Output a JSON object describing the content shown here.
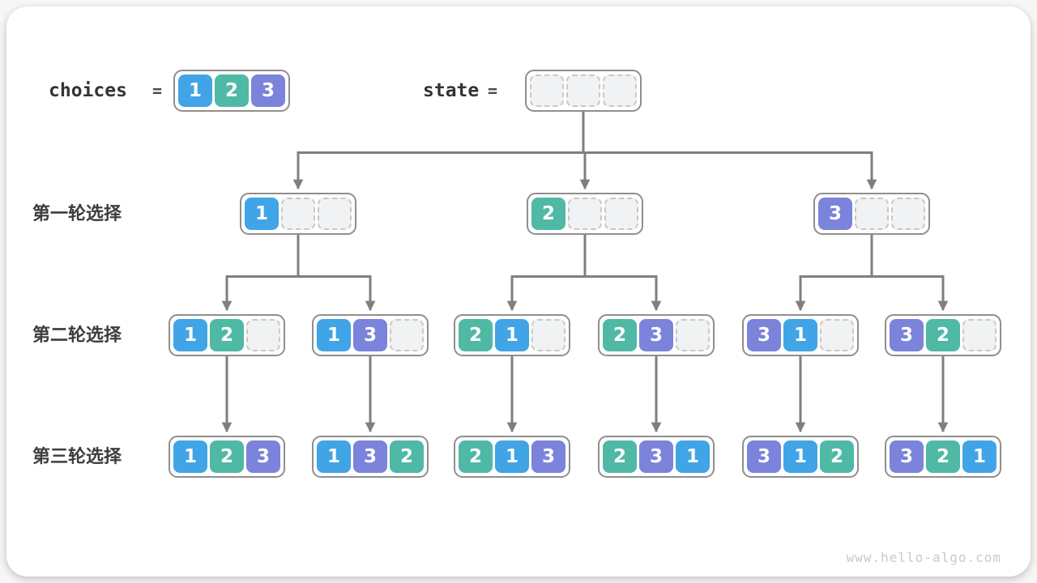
{
  "palette": {
    "1": "#41a4e6",
    "2": "#4fb9a5",
    "3": "#7b83db",
    "empty_fill": "#f1f2f3",
    "empty_border": "#c8c8c8",
    "node_border": "#8f8f8f",
    "arrow": "#7f7f7f",
    "label_color": "#3d3d3d"
  },
  "header": {
    "choices_label": "choices",
    "equals": "=",
    "choices": [
      1,
      2,
      3
    ],
    "state_label": "state",
    "state_slots": 3
  },
  "rows": [
    {
      "label": "第一轮选择",
      "nodes": [
        [
          1,
          null,
          null
        ],
        [
          2,
          null,
          null
        ],
        [
          3,
          null,
          null
        ]
      ]
    },
    {
      "label": "第二轮选择",
      "nodes": [
        [
          1,
          2,
          null
        ],
        [
          1,
          3,
          null
        ],
        [
          2,
          1,
          null
        ],
        [
          2,
          3,
          null
        ],
        [
          3,
          1,
          null
        ],
        [
          3,
          2,
          null
        ]
      ]
    },
    {
      "label": "第三轮选择",
      "nodes": [
        [
          1,
          2,
          3
        ],
        [
          1,
          3,
          2
        ],
        [
          2,
          1,
          3
        ],
        [
          2,
          3,
          1
        ],
        [
          3,
          1,
          2
        ],
        [
          3,
          2,
          1
        ]
      ]
    }
  ],
  "watermark": "www.hello-algo.com"
}
